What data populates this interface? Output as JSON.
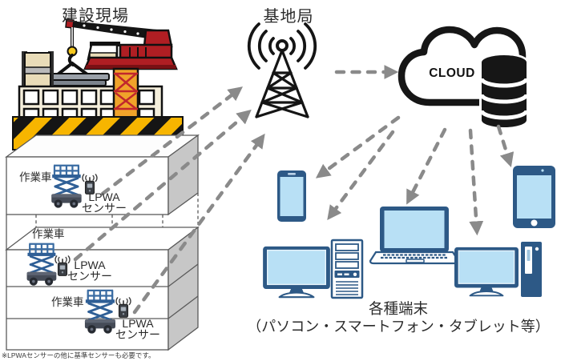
{
  "site": {
    "title": "建設現場",
    "icon": "construction-crane-icon"
  },
  "base_station": {
    "label": "基地局",
    "icon": "radio-tower-icon"
  },
  "cloud": {
    "label": "CLOUD",
    "icon": "cloud-database-icon"
  },
  "building": {
    "floors": [
      {
        "vehicle": "作業車",
        "sensor": {
          "line1": "LPWA",
          "line2": "センサー"
        },
        "icons": [
          "scissor-lift-icon",
          "lpwa-sensor-icon"
        ]
      },
      {
        "vehicle": "作業車",
        "sensor": {
          "line1": "LPWA",
          "line2": "センサー"
        },
        "icons": [
          "scissor-lift-icon",
          "lpwa-sensor-icon"
        ]
      },
      {
        "vehicle": "作業車",
        "sensor": {
          "line1": "LPWA",
          "line2": "センサー"
        },
        "icons": [
          "scissor-lift-icon",
          "lpwa-sensor-icon"
        ]
      }
    ],
    "footnote": "※LPWAセンサーの他に基準センサーも必要です。"
  },
  "terminals": {
    "label": "各種端末",
    "sublabel": "（パソコン・スマートフォン・タブレット等）",
    "devices": [
      "smartphone",
      "desktop-pc-with-tower",
      "laptop",
      "desktop-pc-with-slim-tower",
      "tablet"
    ]
  },
  "connections": [
    {
      "from": "lpwa-sensor-floor-1",
      "to": "base-station",
      "style": "dashed-arrow"
    },
    {
      "from": "lpwa-sensor-floor-2",
      "to": "base-station",
      "style": "dashed-arrow"
    },
    {
      "from": "lpwa-sensor-floor-3",
      "to": "base-station",
      "style": "dashed-arrow"
    },
    {
      "from": "base-station",
      "to": "cloud",
      "style": "dashed-arrow"
    },
    {
      "from": "cloud",
      "to": "smartphone",
      "style": "dashed-arrow"
    },
    {
      "from": "cloud",
      "to": "desktop-pc-left",
      "style": "dashed-arrow"
    },
    {
      "from": "cloud",
      "to": "laptop",
      "style": "dashed-arrow"
    },
    {
      "from": "cloud",
      "to": "desktop-pc-right",
      "style": "dashed-arrow"
    },
    {
      "from": "cloud",
      "to": "tablet",
      "style": "dashed-arrow"
    }
  ],
  "colors": {
    "arrow_gray": "#8a8a8a",
    "line_art_black": "#161616",
    "device_frame_blue": "#2d5986",
    "device_screen_blue": "#b8e0f5",
    "crane_red": "#b01e23",
    "mast_yellow": "#f0a32a",
    "barrier_yellow": "#f7b500",
    "lift_blue": "#3a6ca3",
    "building_shade_gray": "#c7c7c7"
  }
}
